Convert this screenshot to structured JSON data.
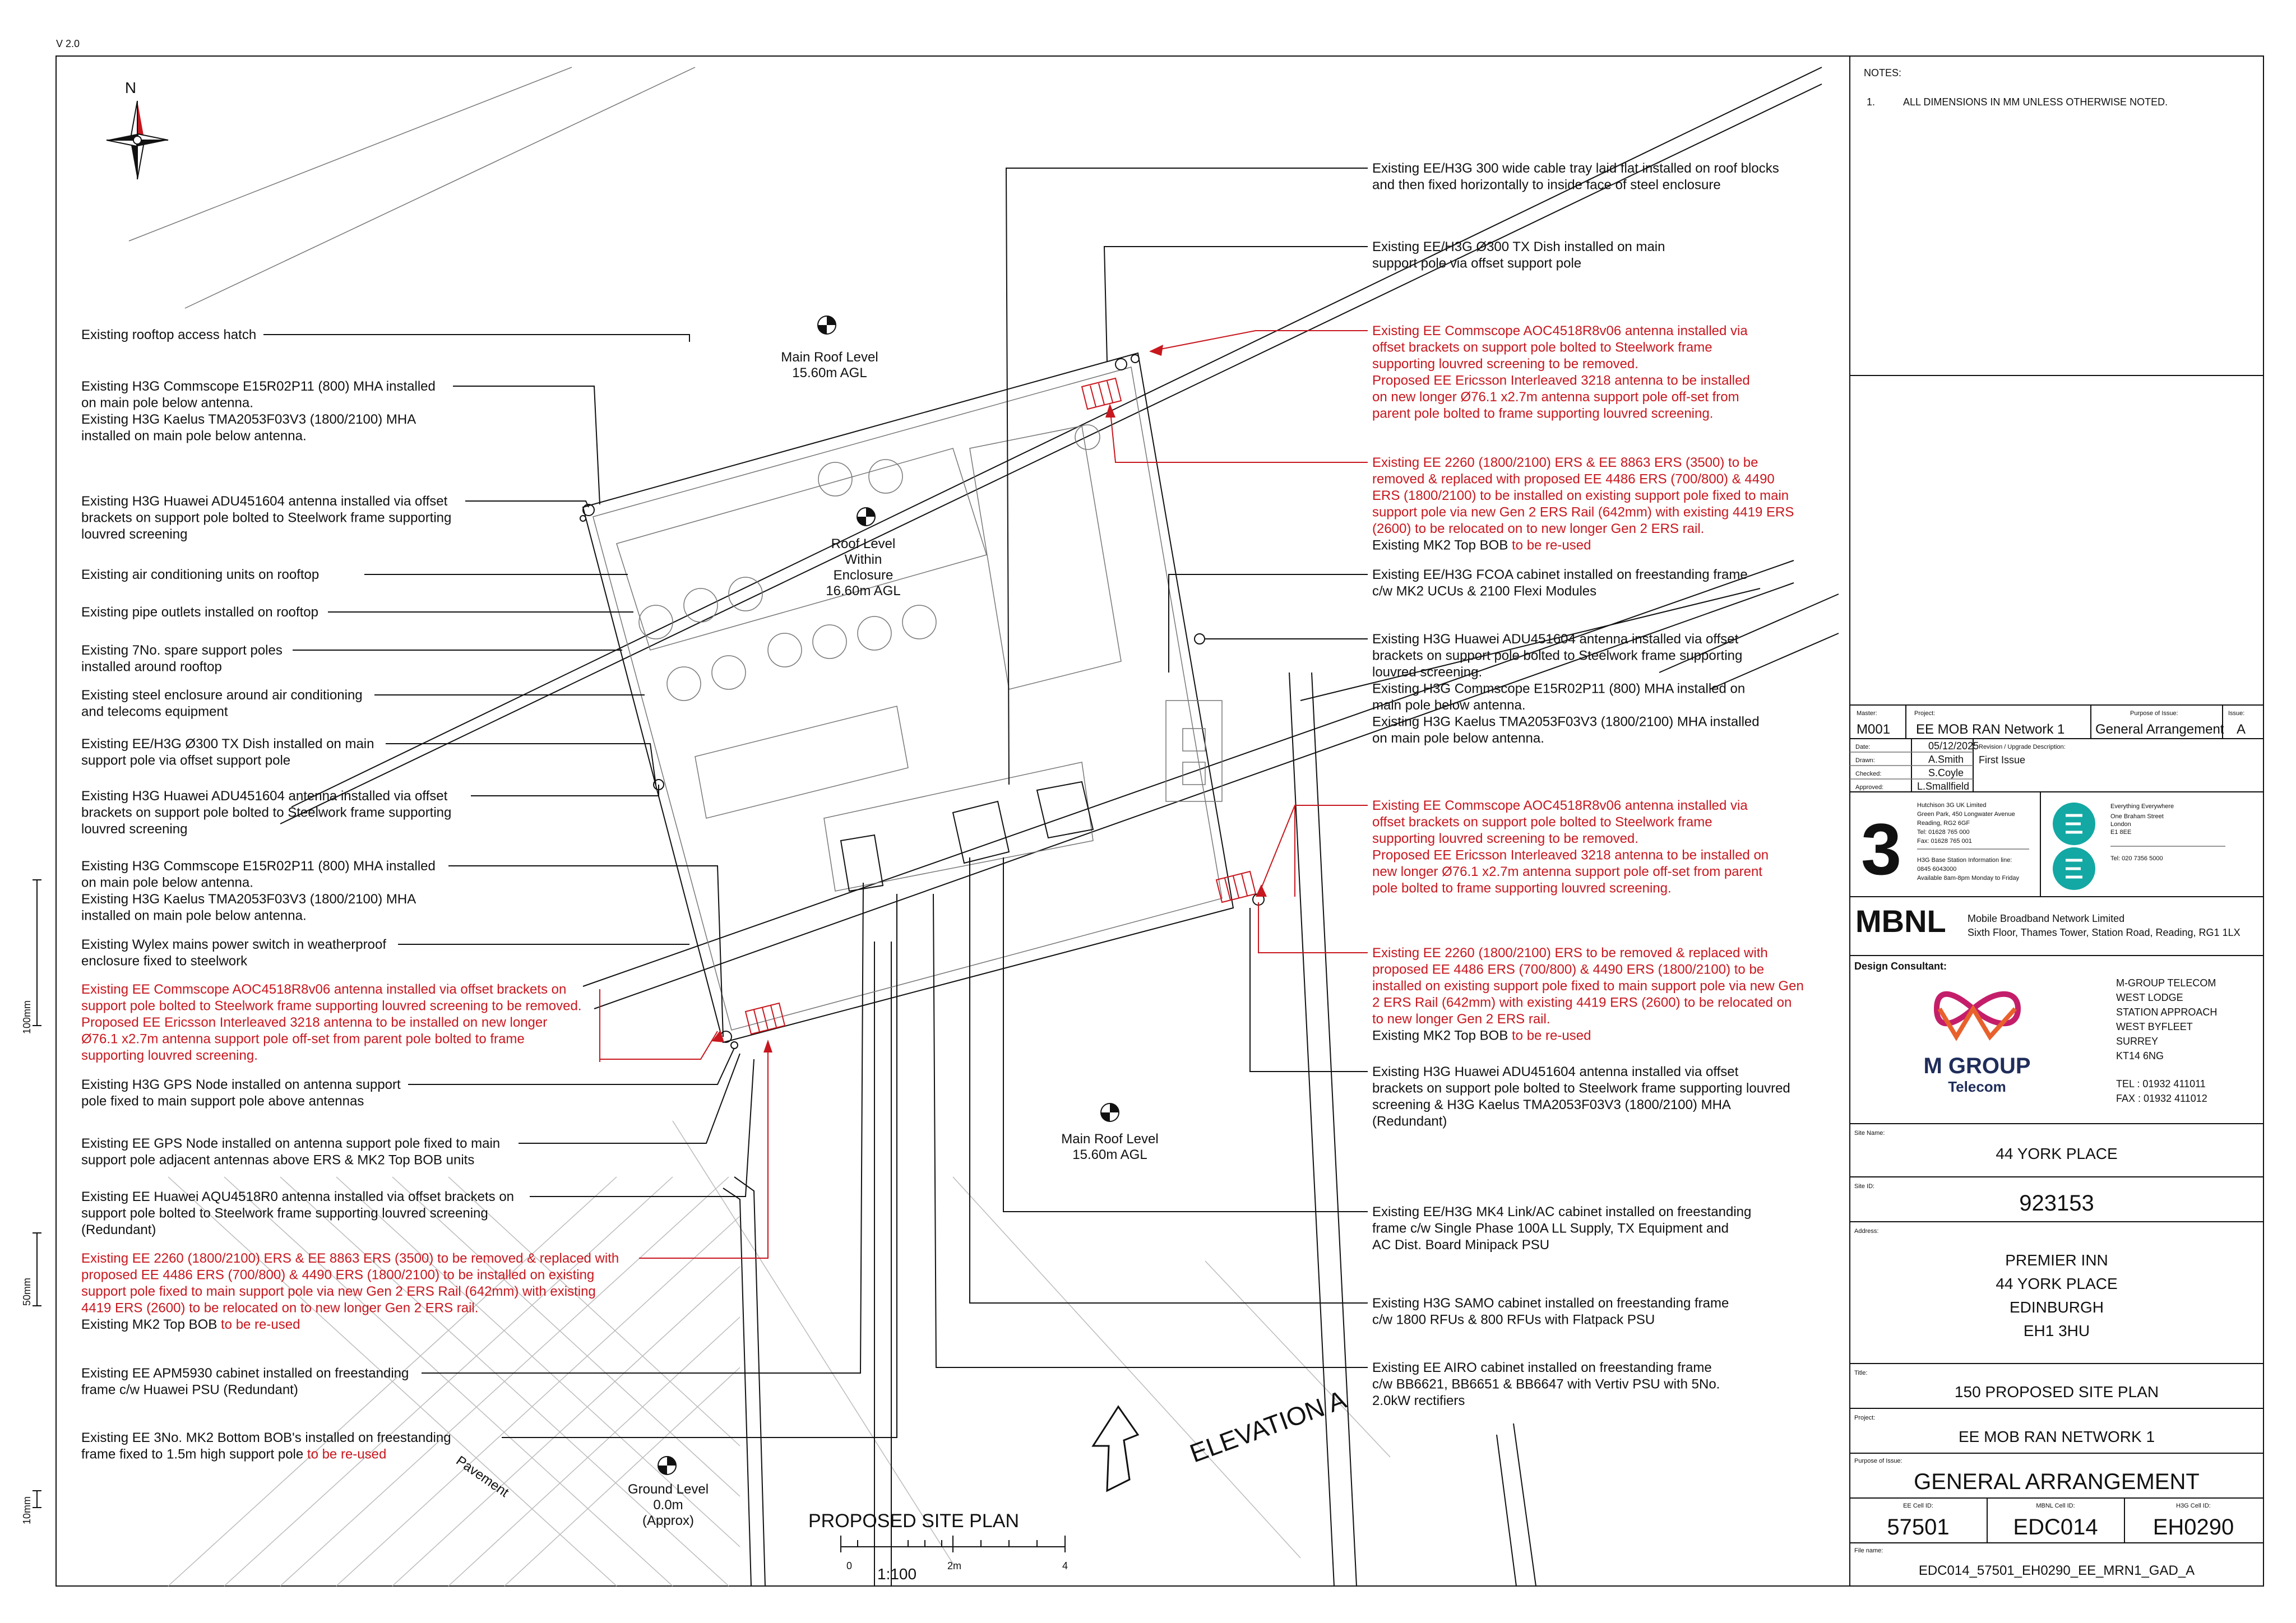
{
  "sheet": {
    "version": "V 2.0",
    "plan_title": "PROPOSED SITE PLAN",
    "scale": "1:100",
    "scale_ticks": [
      "0",
      "2m",
      "4"
    ],
    "elevation": "ELEVATION A",
    "north": "N",
    "pavement": "Pavement"
  },
  "margin_scales": [
    "100mm",
    "50mm",
    "10mm"
  ],
  "levels": [
    {
      "lines": [
        "Main Roof Level",
        "15.60m AGL"
      ]
    },
    {
      "lines": [
        "Roof Level",
        "Within",
        "Enclosure",
        "16.60m AGL"
      ]
    },
    {
      "lines": [
        "Main Roof Level",
        "15.60m AGL"
      ]
    },
    {
      "lines": [
        "Ground Level",
        "0.0m",
        "(Approx)"
      ]
    }
  ],
  "left_notes": [
    {
      "lines": [
        {
          "t": "Existing rooftop access hatch"
        }
      ]
    },
    {
      "lines": [
        {
          "t": "Existing H3G Commscope E15R02P11 (800) MHA installed"
        },
        {
          "t": "on main pole below antenna."
        },
        {
          "t": "Existing H3G Kaelus TMA2053F03V3 (1800/2100) MHA"
        },
        {
          "t": "installed on main pole below antenna."
        }
      ]
    },
    {
      "lines": [
        {
          "t": "Existing H3G Huawei ADU451604 antenna installed via offset"
        },
        {
          "t": "brackets on support pole bolted to Steelwork frame supporting"
        },
        {
          "t": "louvred screening"
        }
      ]
    },
    {
      "lines": [
        {
          "t": "Existing air conditioning units on rooftop"
        }
      ]
    },
    {
      "lines": [
        {
          "t": "Existing pipe outlets installed on rooftop"
        }
      ]
    },
    {
      "lines": [
        {
          "t": "Existing 7No. spare support poles"
        },
        {
          "t": "installed around rooftop"
        }
      ]
    },
    {
      "lines": [
        {
          "t": "Existing steel enclosure around air conditioning"
        },
        {
          "t": "and telecoms equipment"
        }
      ]
    },
    {
      "lines": [
        {
          "t": "Existing EE/H3G Ø300 TX Dish installed on main"
        },
        {
          "t": "support pole via offset support pole"
        }
      ]
    },
    {
      "lines": [
        {
          "t": "Existing H3G Huawei ADU451604 antenna installed via offset"
        },
        {
          "t": "brackets on support pole bolted to Steelwork frame supporting"
        },
        {
          "t": "louvred screening"
        }
      ]
    },
    {
      "lines": [
        {
          "t": "Existing H3G Commscope E15R02P11 (800) MHA installed"
        },
        {
          "t": "on main pole below antenna."
        },
        {
          "t": "Existing H3G Kaelus TMA2053F03V3 (1800/2100) MHA"
        },
        {
          "t": "installed on main pole below antenna."
        }
      ]
    },
    {
      "lines": [
        {
          "t": "Existing Wylex mains power switch in weatherproof"
        },
        {
          "t": "enclosure fixed to steelwork"
        }
      ]
    },
    {
      "lines": [
        {
          "t": "Existing EE Commscope AOC4518R8v06 antenna installed via offset brackets on",
          "red": true
        },
        {
          "t": "support pole bolted to Steelwork frame supporting louvred screening to be removed.",
          "red": true
        },
        {
          "t": "Proposed EE Ericsson Interleaved 3218 antenna to be installed on new longer",
          "red": true
        },
        {
          "t": "Ø76.1 x2.7m antenna support pole off-set from parent pole bolted to frame",
          "red": true
        },
        {
          "t": "supporting louvred screening.",
          "red": true
        }
      ]
    },
    {
      "lines": [
        {
          "t": "Existing H3G GPS Node installed on antenna support"
        },
        {
          "t": "pole fixed to main support pole above antennas"
        }
      ]
    },
    {
      "lines": [
        {
          "t": "Existing EE GPS Node installed on antenna support pole fixed to main"
        },
        {
          "t": "support pole adjacent antennas above ERS & MK2 Top BOB units"
        }
      ]
    },
    {
      "lines": [
        {
          "t": "Existing EE Huawei AQU4518R0 antenna installed via offset brackets on"
        },
        {
          "t": "support pole bolted to Steelwork frame supporting louvred screening"
        },
        {
          "t": "(Redundant)"
        }
      ]
    },
    {
      "lines": [
        {
          "t": "Existing EE 2260 (1800/2100) ERS & EE 8863 ERS (3500) to be removed & replaced with",
          "red": true
        },
        {
          "t": "proposed EE 4486 ERS (700/800) & 4490 ERS (1800/2100) to be installed on existing",
          "red": true
        },
        {
          "t": "support pole fixed to main support pole via new Gen 2 ERS Rail (642mm) with existing",
          "red": true
        },
        {
          "t": "4419 ERS (2600) to be relocated on to new longer Gen 2 ERS rail.",
          "red": true
        },
        {
          "t": "Existing MK2 Top BOB",
          "tail": " to be re-used"
        }
      ]
    },
    {
      "lines": [
        {
          "t": "Existing EE APM5930 cabinet installed on freestanding"
        },
        {
          "t": "frame c/w Huawei PSU (Redundant)"
        }
      ]
    },
    {
      "lines": [
        {
          "t": "Existing EE 3No. MK2 Bottom BOB's installed on freestanding"
        },
        {
          "t": "frame fixed to 1.5m high support pole",
          "tail": " to be re-used"
        }
      ]
    }
  ],
  "right_notes": [
    {
      "lines": [
        {
          "t": "Existing EE/H3G 300 wide cable tray laid flat installed on roof blocks"
        },
        {
          "t": "and then fixed horizontally to inside face of steel enclosure"
        }
      ]
    },
    {
      "lines": [
        {
          "t": "Existing EE/H3G Ø300 TX Dish installed on main"
        },
        {
          "t": "support pole via offset support pole"
        }
      ]
    },
    {
      "lines": [
        {
          "t": "Existing EE Commscope AOC4518R8v06 antenna installed via",
          "red": true
        },
        {
          "t": "offset brackets on support pole bolted to Steelwork frame",
          "red": true
        },
        {
          "t": "supporting louvred screening to be removed.",
          "red": true
        },
        {
          "t": "Proposed EE Ericsson Interleaved 3218 antenna to be installed",
          "red": true
        },
        {
          "t": "on new longer Ø76.1 x2.7m antenna support pole off-set from",
          "red": true
        },
        {
          "t": "parent pole bolted to frame supporting louvred screening.",
          "red": true
        }
      ]
    },
    {
      "lines": [
        {
          "t": "Existing EE 2260 (1800/2100) ERS & EE 8863 ERS (3500) to be",
          "red": true
        },
        {
          "t": "removed & replaced with proposed EE 4486 ERS (700/800) & 4490",
          "red": true
        },
        {
          "t": "ERS (1800/2100) to be installed on existing support pole fixed to main",
          "red": true
        },
        {
          "t": "support pole via new Gen 2 ERS Rail (642mm) with existing 4419 ERS",
          "red": true
        },
        {
          "t": "(2600) to be relocated on to new longer Gen 2 ERS rail.",
          "red": true
        },
        {
          "t": "Existing MK2 Top BOB",
          "tail": " to be re-used"
        }
      ]
    },
    {
      "lines": [
        {
          "t": "Existing EE/H3G FCOA cabinet installed on freestanding frame"
        },
        {
          "t": "c/w MK2 UCUs & 2100 Flexi Modules"
        }
      ]
    },
    {
      "lines": [
        {
          "t": "Existing H3G Huawei ADU451604 antenna installed via offset"
        },
        {
          "t": "brackets on support pole bolted to Steelwork frame supporting"
        },
        {
          "t": "louvred screening."
        },
        {
          "t": "Existing H3G Commscope E15R02P11 (800) MHA installed on"
        },
        {
          "t": "main pole below antenna."
        },
        {
          "t": "Existing H3G Kaelus TMA2053F03V3 (1800/2100) MHA installed"
        },
        {
          "t": "on main pole below antenna."
        }
      ]
    },
    {
      "lines": [
        {
          "t": "Existing EE Commscope AOC4518R8v06 antenna installed via",
          "red": true
        },
        {
          "t": "offset brackets on support pole bolted to Steelwork frame",
          "red": true
        },
        {
          "t": "supporting louvred screening to be removed.",
          "red": true
        },
        {
          "t": "Proposed EE Ericsson Interleaved 3218 antenna to be installed on",
          "red": true
        },
        {
          "t": "new longer Ø76.1 x2.7m antenna support pole off-set from parent",
          "red": true
        },
        {
          "t": "pole bolted to frame supporting louvred screening.",
          "red": true
        }
      ]
    },
    {
      "lines": [
        {
          "t": "Existing EE 2260 (1800/2100) ERS to be removed & replaced with",
          "red": true
        },
        {
          "t": "proposed EE 4486 ERS (700/800) & 4490 ERS (1800/2100) to be",
          "red": true
        },
        {
          "t": "installed on existing support pole fixed to main support pole via new Gen",
          "red": true
        },
        {
          "t": "2 ERS Rail (642mm) with existing 4419 ERS (2600) to be relocated on",
          "red": true
        },
        {
          "t": "to new longer Gen 2 ERS rail.",
          "red": true
        },
        {
          "t": "Existing MK2 Top BOB",
          "tail": " to be re-used"
        }
      ]
    },
    {
      "lines": [
        {
          "t": "Existing H3G Huawei ADU451604 antenna installed via offset"
        },
        {
          "t": "brackets on support pole bolted to Steelwork frame supporting louvred"
        },
        {
          "t": "screening & H3G Kaelus TMA2053F03V3 (1800/2100) MHA"
        },
        {
          "t": "(Redundant)"
        }
      ]
    },
    {
      "lines": [
        {
          "t": "Existing EE/H3G MK4 Link/AC cabinet installed on freestanding"
        },
        {
          "t": "frame c/w Single Phase 100A LL Supply, TX Equipment and"
        },
        {
          "t": "AC Dist. Board Minipack PSU"
        }
      ]
    },
    {
      "lines": [
        {
          "t": "Existing H3G SAMO cabinet installed on freestanding frame"
        },
        {
          "t": "c/w 1800 RFUs & 800 RFUs with Flatpack PSU"
        }
      ]
    },
    {
      "lines": [
        {
          "t": "Existing EE AIRO cabinet installed on freestanding frame"
        },
        {
          "t": "c/w BB6621, BB6651 & BB6647 with Vertiv PSU with 5No."
        },
        {
          "t": "2.0kW rectifiers"
        }
      ]
    }
  ],
  "notes_box": {
    "heading": "NOTES:",
    "items": [
      {
        "num": "1.",
        "text": "ALL DIMENSIONS IN MM UNLESS OTHERWISE NOTED."
      }
    ]
  },
  "title_block": {
    "master_label": "Master:",
    "master": "M001",
    "project_label": "Project:",
    "project_short": "EE MOB RAN Network 1",
    "purpose_label": "Purpose of Issue:",
    "purpose_short": "General Arrangement",
    "issue_label": "Issue:",
    "issue": "A",
    "revision": {
      "rows": [
        {
          "label": "Date:",
          "value": "05/12/2025"
        },
        {
          "label": "Drawn:",
          "value": "A.Smith"
        },
        {
          "label": "Checked:",
          "value": "S.Coyle"
        },
        {
          "label": "Approved:",
          "value": "L.Smallfield"
        }
      ],
      "desc_label": "Revision / Upgrade Description:",
      "desc": "First Issue"
    },
    "three_logo": "3",
    "three_info": [
      "Hutchison 3G UK Limited",
      "Green Park, 450 Longwater Avenue",
      "Reading, RG2 6GF",
      "Tel: 01628 765 000",
      "Fax: 01628 765 001",
      "",
      "H3G Base Station Information line:",
      "0845 6043000",
      "Available 8am-8pm Monday to Friday"
    ],
    "ee_logo": "EE",
    "ee_info": [
      "Everything Everywhere",
      "One Braham Street",
      "London",
      "E1 8EE",
      "",
      "Tel: 020 7356 5000"
    ],
    "mbnl_logo": "MBNL",
    "mbnl_info": [
      "Mobile Broadband Network Limited",
      "Sixth Floor, Thames Tower,  Station Road, Reading, RG1 1LX"
    ],
    "consultant_label": "Design Consultant:",
    "consultant_logo_text": "M GROUP",
    "consultant_logo_sub": "Telecom",
    "consultant_address": [
      "M-GROUP TELECOM",
      "WEST LODGE",
      "STATION APPROACH",
      "WEST BYFLEET",
      "SURREY",
      "KT14 6NG",
      "",
      "TEL : 01932 411011",
      "FAX : 01932 411012"
    ],
    "site_name_label": "Site Name:",
    "site_name": "44 YORK PLACE",
    "site_id_label": "Site ID:",
    "site_id": "923153",
    "address_label": "Address:",
    "address": [
      "PREMIER INN",
      "44 YORK PLACE",
      "EDINBURGH",
      "EH1 3HU"
    ],
    "title_label": "Title:",
    "title": "150 PROPOSED SITE PLAN",
    "project_field_label": "Project:",
    "project": "EE MOB RAN NETWORK 1",
    "purpose_field_label": "Purpose of Issue:",
    "purpose": "GENERAL ARRANGEMENT",
    "cells": [
      {
        "label": "EE Cell ID:",
        "value": "57501"
      },
      {
        "label": "MBNL Cell ID:",
        "value": "EDC014"
      },
      {
        "label": "H3G Cell ID:",
        "value": "EH0290"
      }
    ],
    "file_label": "File name:",
    "file_name": "EDC014_57501_EH0290_EE_MRN1_GAD_A"
  }
}
